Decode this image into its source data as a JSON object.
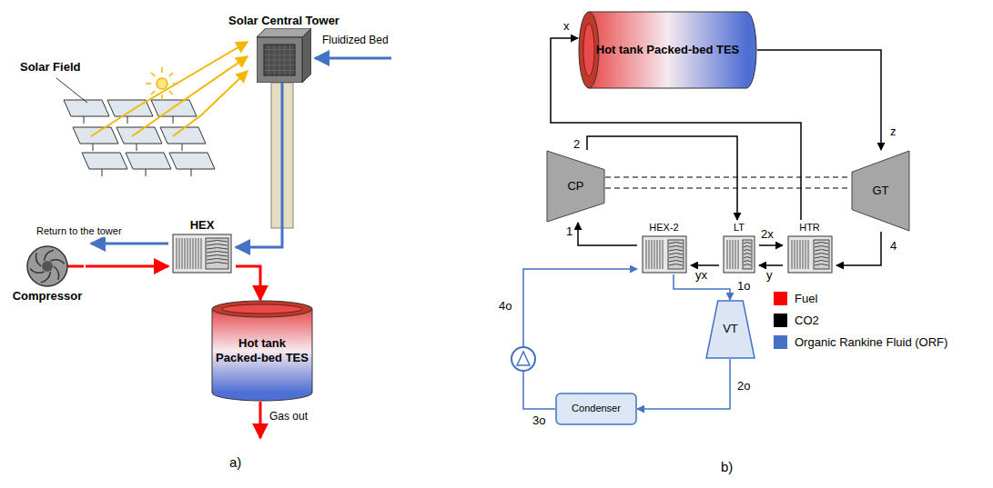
{
  "diagram": {
    "nodes": [
      {
        "text": [
          "Solar Central Tower"
        ]
      },
      {
        "text": [
          "HEX"
        ]
      },
      {
        "text": [
          "Compressor"
        ]
      },
      {
        "text": [
          "Hot tank Packed-bed TES"
        ]
      },
      {
        "text": [
          "Hot tank Packed-bed TES"
        ]
      },
      {
        "text": [
          "CP"
        ]
      },
      {
        "text": [
          "GT"
        ]
      },
      {
        "text": [
          "HEX-2"
        ]
      },
      {
        "text": [
          "LT"
        ]
      },
      {
        "text": [
          "HTR"
        ]
      },
      {
        "text": [
          "VT"
        ]
      },
      {
        "text": [
          "Condenser"
        ]
      }
    ],
    "edges": [
      {
        "from": 0,
        "to": 1,
        "arrow": "to"
      },
      {
        "from": 2,
        "to": 1,
        "arrow": "to"
      },
      {
        "from": 1,
        "to": 3,
        "arrow": "to"
      },
      {
        "from": 9,
        "to": 4,
        "arrow": "to",
        "label": "x"
      },
      {
        "from": 4,
        "to": 6,
        "arrow": "to",
        "label": "z"
      },
      {
        "from": 5,
        "to": 8,
        "arrow": "to",
        "label": "2"
      },
      {
        "from": 8,
        "to": 9,
        "arrow": "to",
        "label": "2x"
      },
      {
        "from": 6,
        "to": 9,
        "arrow": "to",
        "label": "4"
      },
      {
        "from": 9,
        "to": 8,
        "arrow": "to",
        "label": "y"
      },
      {
        "from": 8,
        "to": 7,
        "arrow": "to",
        "label": "yx"
      },
      {
        "from": 7,
        "to": 5,
        "arrow": "to",
        "label": "1"
      },
      {
        "from": 7,
        "to": 10,
        "arrow": "to",
        "label": "1o"
      },
      {
        "from": 10,
        "to": 11,
        "arrow": "to",
        "label": "2o"
      },
      {
        "from": 11,
        "to": 7,
        "arrow": "to",
        "label": "3o"
      },
      {
        "from": 5,
        "to": 6,
        "arrow": "none"
      }
    ],
    "labels": [
      "Solar Field",
      "Fluidized Bed",
      "Return to the tower",
      "Gas out",
      "4o",
      "a)",
      "b)"
    ],
    "legend": [
      {
        "text": "Fuel",
        "color": "#ff0000"
      },
      {
        "text": "CO2",
        "color": "#000000"
      },
      {
        "text": "Organic Rankine Fluid (ORF)",
        "color": "#4472c4"
      }
    ]
  }
}
